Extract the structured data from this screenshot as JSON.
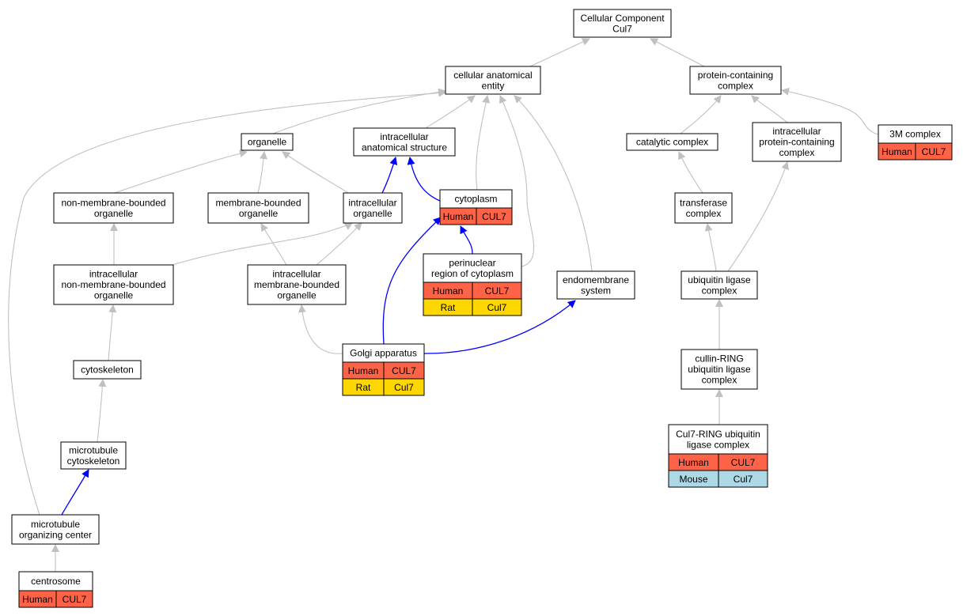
{
  "title": "Cellular Component Cul7",
  "colors": {
    "human": "#ff6347",
    "rat": "#ffd700",
    "mouse": "#add8e6",
    "edge_is_a": "#c0c0c0",
    "edge_part_of": "#0000ff",
    "node_border": "#000000",
    "background": "#ffffff"
  },
  "nodes": [
    {
      "id": "cc",
      "label": [
        "Cellular Component",
        "Cul7"
      ]
    },
    {
      "id": "cae",
      "label": [
        "cellular anatomical",
        "entity"
      ]
    },
    {
      "id": "pcc",
      "label": [
        "protein-containing",
        "complex"
      ]
    },
    {
      "id": "org",
      "label": [
        "organelle"
      ]
    },
    {
      "id": "ias",
      "label": [
        "intracellular",
        "anatomical structure"
      ]
    },
    {
      "id": "cat",
      "label": [
        "catalytic complex"
      ]
    },
    {
      "id": "ipcc",
      "label": [
        "intracellular",
        "protein-containing",
        "complex"
      ]
    },
    {
      "id": "m3",
      "label": [
        "3M complex"
      ],
      "rows": [
        [
          "Human",
          "CUL7"
        ]
      ]
    },
    {
      "id": "nmbo",
      "label": [
        "non-membrane-bounded",
        "organelle"
      ]
    },
    {
      "id": "mbo",
      "label": [
        "membrane-bounded",
        "organelle"
      ]
    },
    {
      "id": "io",
      "label": [
        "intracellular",
        "organelle"
      ]
    },
    {
      "id": "cyto",
      "label": [
        "cytoplasm"
      ],
      "rows": [
        [
          "Human",
          "CUL7"
        ]
      ]
    },
    {
      "id": "tc",
      "label": [
        "transferase",
        "complex"
      ]
    },
    {
      "id": "inmbo",
      "label": [
        "intracellular",
        "non-membrane-bounded",
        "organelle"
      ]
    },
    {
      "id": "imbo",
      "label": [
        "intracellular",
        "membrane-bounded",
        "organelle"
      ]
    },
    {
      "id": "prc",
      "label": [
        "perinuclear",
        "region of cytoplasm"
      ],
      "rows": [
        [
          "Human",
          "CUL7"
        ],
        [
          "Rat",
          "Cul7"
        ]
      ]
    },
    {
      "id": "es",
      "label": [
        "endomembrane",
        "system"
      ]
    },
    {
      "id": "ulc",
      "label": [
        "ubiquitin ligase",
        "complex"
      ]
    },
    {
      "id": "cysk",
      "label": [
        "cytoskeleton"
      ]
    },
    {
      "id": "golgi",
      "label": [
        "Golgi apparatus"
      ],
      "rows": [
        [
          "Human",
          "CUL7"
        ],
        [
          "Rat",
          "Cul7"
        ]
      ]
    },
    {
      "id": "crl",
      "label": [
        "cullin-RING",
        "ubiquitin ligase",
        "complex"
      ]
    },
    {
      "id": "mtc",
      "label": [
        "microtubule",
        "cytoskeleton"
      ]
    },
    {
      "id": "c7",
      "label": [
        "Cul7-RING ubiquitin",
        "ligase complex"
      ],
      "rows": [
        [
          "Human",
          "CUL7"
        ],
        [
          "Mouse",
          "Cul7"
        ]
      ]
    },
    {
      "id": "mtoc",
      "label": [
        "microtubule",
        "organizing center"
      ]
    },
    {
      "id": "cent",
      "label": [
        "centrosome"
      ],
      "rows": [
        [
          "Human",
          "CUL7"
        ]
      ]
    }
  ],
  "edges": [
    {
      "from": "cae",
      "to": "cc",
      "type": "is_a"
    },
    {
      "from": "pcc",
      "to": "cc",
      "type": "is_a"
    },
    {
      "from": "org",
      "to": "cae",
      "type": "is_a"
    },
    {
      "from": "ias",
      "to": "cae",
      "type": "is_a"
    },
    {
      "from": "cyto",
      "to": "cae",
      "type": "is_a"
    },
    {
      "from": "prc",
      "to": "cae",
      "type": "is_a"
    },
    {
      "from": "es",
      "to": "cae",
      "type": "is_a"
    },
    {
      "from": "mtoc",
      "to": "cae",
      "type": "is_a"
    },
    {
      "from": "cat",
      "to": "pcc",
      "type": "is_a"
    },
    {
      "from": "ipcc",
      "to": "pcc",
      "type": "is_a"
    },
    {
      "from": "m3",
      "to": "pcc",
      "type": "is_a"
    },
    {
      "from": "nmbo",
      "to": "org",
      "type": "is_a"
    },
    {
      "from": "mbo",
      "to": "org",
      "type": "is_a"
    },
    {
      "from": "io",
      "to": "org",
      "type": "is_a"
    },
    {
      "from": "io",
      "to": "ias",
      "type": "part_of"
    },
    {
      "from": "cyto",
      "to": "ias",
      "type": "part_of"
    },
    {
      "from": "tc",
      "to": "cat",
      "type": "is_a"
    },
    {
      "from": "ulc",
      "to": "tc",
      "type": "is_a"
    },
    {
      "from": "ulc",
      "to": "ipcc",
      "type": "is_a"
    },
    {
      "from": "inmbo",
      "to": "nmbo",
      "type": "is_a"
    },
    {
      "from": "inmbo",
      "to": "io",
      "type": "is_a"
    },
    {
      "from": "imbo",
      "to": "mbo",
      "type": "is_a"
    },
    {
      "from": "imbo",
      "to": "io",
      "type": "is_a"
    },
    {
      "from": "prc",
      "to": "cyto",
      "type": "part_of"
    },
    {
      "from": "golgi",
      "to": "cyto",
      "type": "part_of"
    },
    {
      "from": "golgi",
      "to": "imbo",
      "type": "is_a"
    },
    {
      "from": "golgi",
      "to": "es",
      "type": "part_of"
    },
    {
      "from": "cysk",
      "to": "inmbo",
      "type": "is_a"
    },
    {
      "from": "mtc",
      "to": "cysk",
      "type": "is_a"
    },
    {
      "from": "crl",
      "to": "ulc",
      "type": "is_a"
    },
    {
      "from": "c7",
      "to": "crl",
      "type": "is_a"
    },
    {
      "from": "mtoc",
      "to": "mtc",
      "type": "part_of"
    },
    {
      "from": "cent",
      "to": "mtoc",
      "type": "is_a"
    }
  ]
}
